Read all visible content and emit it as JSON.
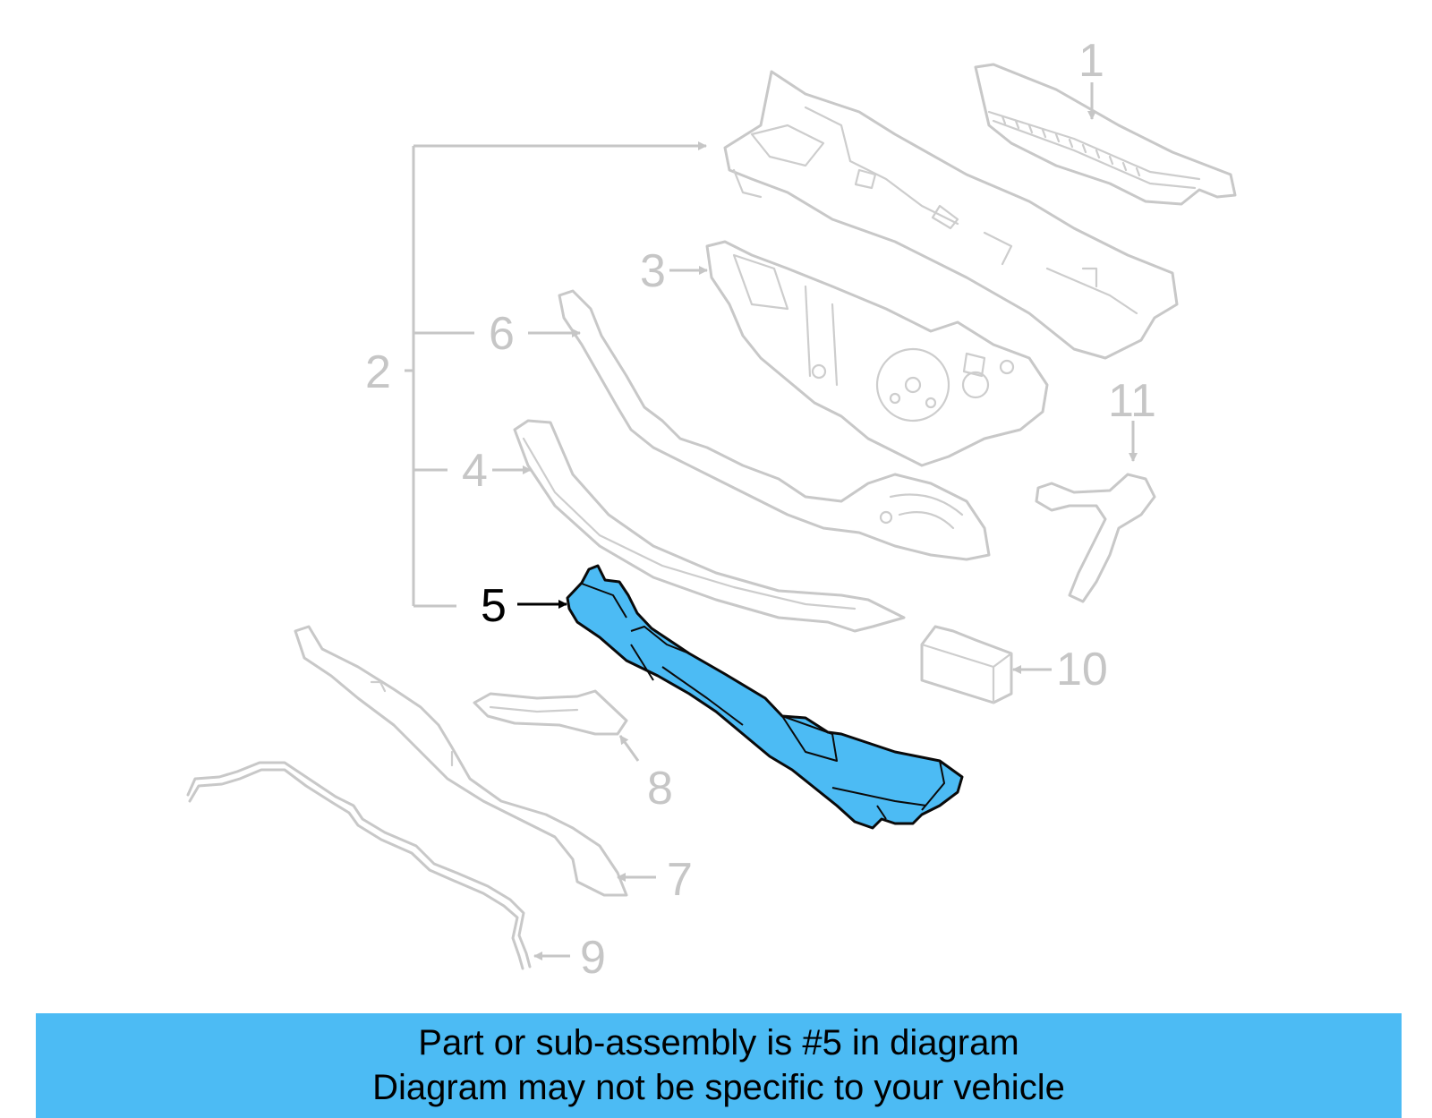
{
  "diagram": {
    "highlighted_part": "5",
    "highlight_color": "#4cbbf4",
    "part_color": "#c8c8c8",
    "callouts": [
      "1",
      "2",
      "3",
      "4",
      "5",
      "6",
      "7",
      "8",
      "9",
      "10",
      "11"
    ]
  },
  "banner": {
    "line1": "Part or sub-assembly is #5 in diagram",
    "line2": "Diagram may not be specific to your vehicle",
    "background": "#4cbbf4"
  }
}
